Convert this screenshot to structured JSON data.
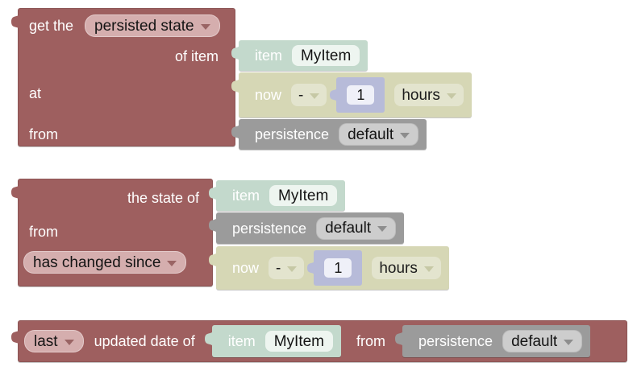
{
  "colors": {
    "block_maroon": "#9e5f5f",
    "chip_pink": "#d5aeae",
    "block_item_teal": "#c3d9cc",
    "chip_field_white": "#eef5f0",
    "block_datetime_olive": "#d6d7b5",
    "chip_olive": "#e3e4ce",
    "block_number_lavender": "#b7bbd9",
    "chip_number_white": "#eff0f8",
    "block_persistence_gray": "#9b9b9b",
    "chip_gray": "#cdcdcd",
    "background": "#ffffff"
  },
  "group1": {
    "prefix": "get the",
    "method": "persisted state",
    "row_item_label": "of item",
    "row_at_label": "at",
    "row_from_label": "from",
    "item": {
      "label": "item",
      "name": "MyItem"
    },
    "time": {
      "base": "now",
      "operator": "-",
      "amount": "1",
      "unit": "hours"
    },
    "persistence": {
      "label": "persistence",
      "service": "default"
    }
  },
  "group2": {
    "row_state_label": "the state of",
    "row_from_label": "from",
    "condition": "has changed since",
    "item": {
      "label": "item",
      "name": "MyItem"
    },
    "persistence": {
      "label": "persistence",
      "service": "default"
    },
    "time": {
      "base": "now",
      "operator": "-",
      "amount": "1",
      "unit": "hours"
    }
  },
  "group3": {
    "which": "last",
    "label_updated": "updated date of",
    "label_from": "from",
    "item": {
      "label": "item",
      "name": "MyItem"
    },
    "persistence": {
      "label": "persistence",
      "service": "default"
    }
  }
}
